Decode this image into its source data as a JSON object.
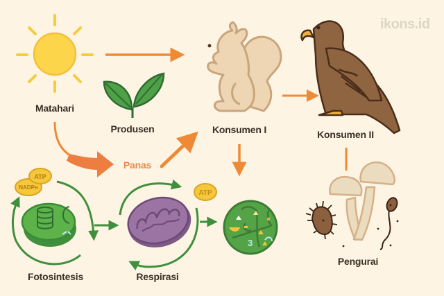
{
  "watermark": "ikons.id",
  "colors": {
    "background": "#fdf4e4",
    "energy_arrow": "#ee8a36",
    "cycle_arrow": "#3f8f3c",
    "sun": "#fcd54a",
    "badge": "#f5c73b",
    "label_text": "#3b3027",
    "panas_text": "#ec8a4c"
  },
  "nodes": {
    "sun": {
      "label": "Matahari",
      "icon": "sun-icon"
    },
    "producer": {
      "label": "Produsen",
      "icon": "leaf-sprout-icon"
    },
    "consumer1": {
      "label": "Konsumen I",
      "icon": "squirrel-icon"
    },
    "consumer2": {
      "label": "Konsumen II",
      "icon": "eagle-icon"
    },
    "decomposer": {
      "label": "Pengurai",
      "icon": "mushroom-bacteria-icon"
    },
    "heat": {
      "label": "Panas"
    },
    "photosynthesis": {
      "label": "Fotosintesis",
      "icon": "chloroplast-icon"
    },
    "respiration": {
      "label": "Respirasi",
      "icon": "mitochondria-icon"
    },
    "cell": {
      "icon": "cell-icon"
    }
  },
  "badges": {
    "photo_atp": "ATP",
    "photo_nadph": "NADPн",
    "resp_atp": "ATP"
  },
  "flows": [
    {
      "from": "Matahari",
      "to": "Konsumen I"
    },
    {
      "from": "Konsumen I",
      "to": "Konsumen II"
    },
    {
      "from": "Matahari",
      "to": "Panas"
    },
    {
      "from": "Panas",
      "to": "Konsumen I"
    },
    {
      "from": "Konsumen I",
      "to": "cell"
    },
    {
      "from": "Konsumen II",
      "to": "Pengurai"
    },
    {
      "from": "Fotosintesis",
      "to": "Respirasi"
    },
    {
      "from": "Respirasi",
      "to": "cell"
    }
  ]
}
